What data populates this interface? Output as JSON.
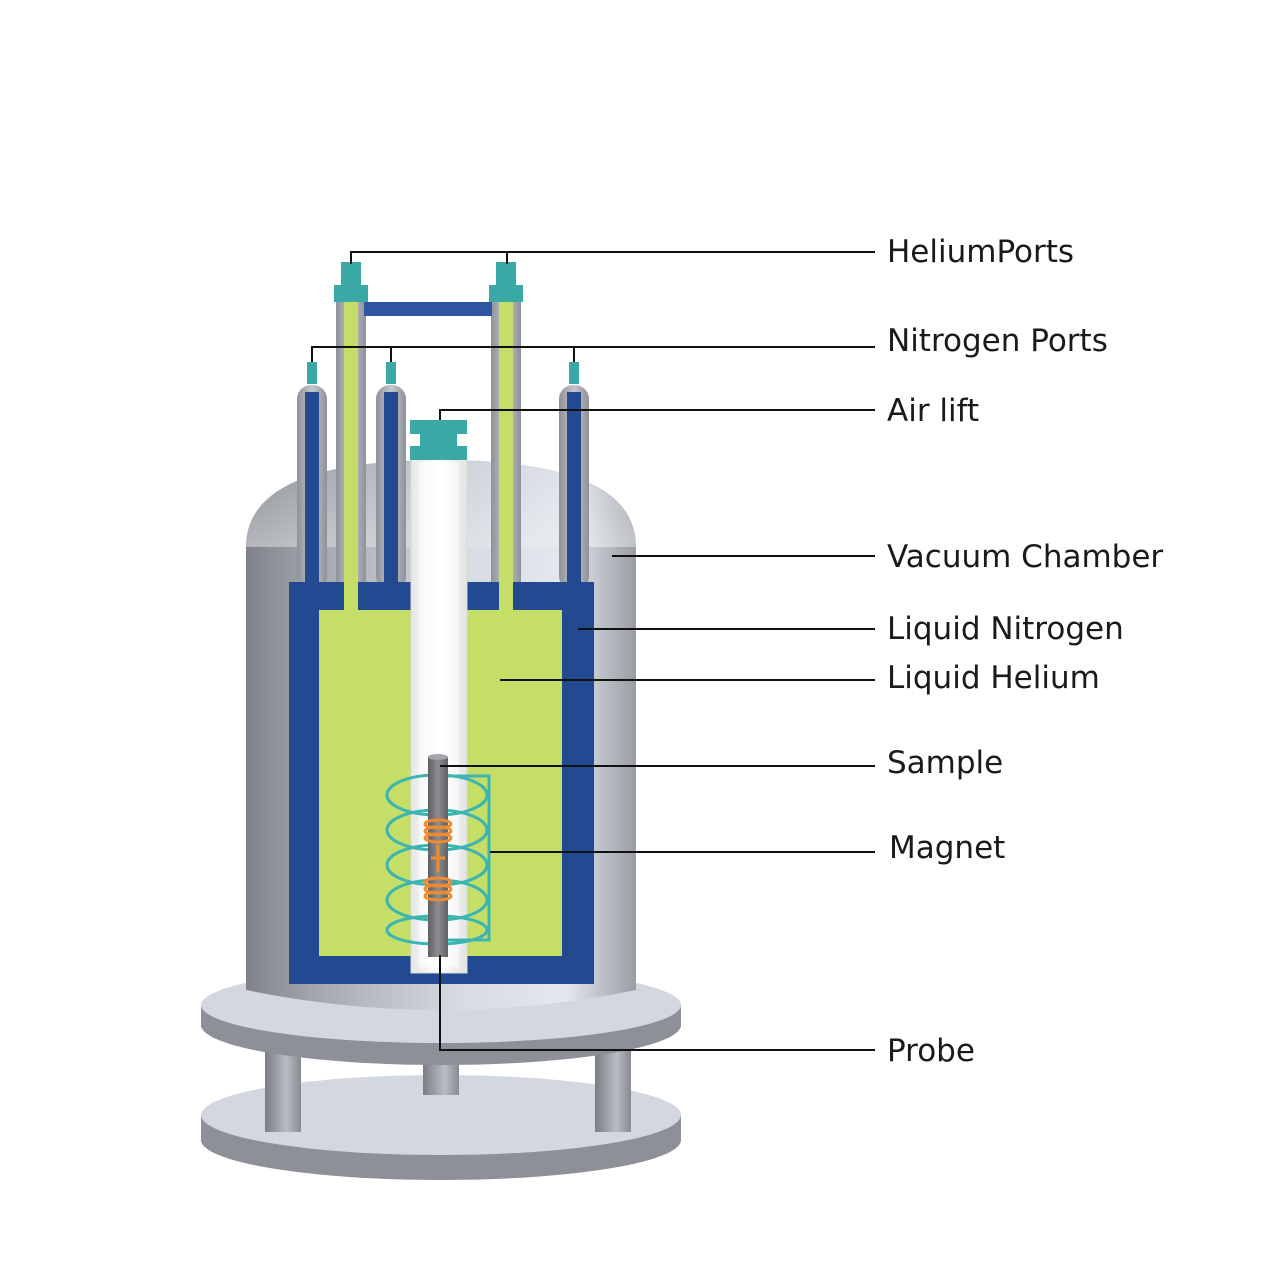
{
  "labels": {
    "helium_ports": "HeliumPorts",
    "nitrogen_ports": "Nitrogen Ports",
    "air_lift": "Air lift",
    "vacuum_chamber": "Vacuum Chamber",
    "liquid_nitrogen": "Liquid Nitrogen",
    "liquid_helium": "Liquid Helium",
    "sample": "Sample",
    "magnet": "Magnet",
    "probe": "Probe"
  },
  "colors": {
    "steel_light": "#d6dbe4",
    "steel_dark": "#7f8389",
    "liquid_nitrogen": "#234a91",
    "liquid_helium": "#c5de67",
    "port_cap": "#3aa9a5",
    "magnet_coil": "#3cb5b0",
    "sample_coil": "#f08a2e",
    "probe_rod": "#6d6f72",
    "air_lift_tube": "#f3f3f3"
  }
}
